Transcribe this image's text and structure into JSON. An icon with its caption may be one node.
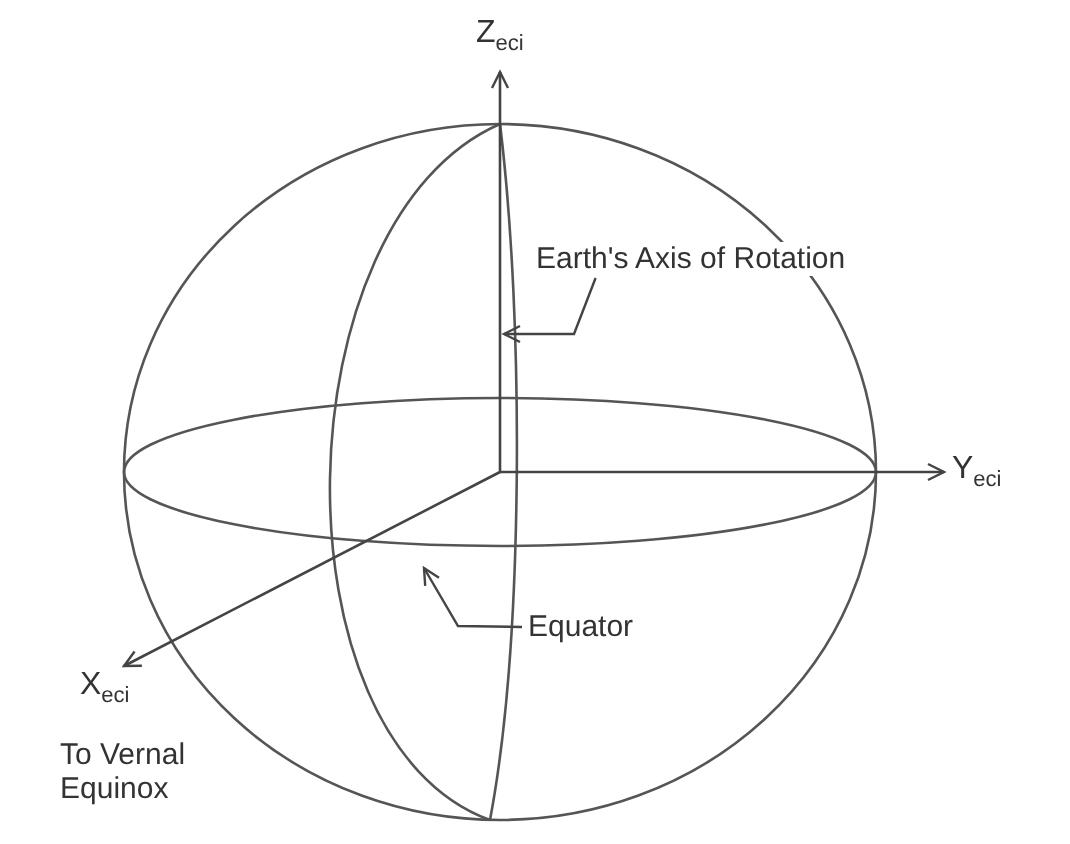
{
  "diagram": {
    "nodes": [
      {
        "text": [
          "Earth's Axis of Rotation"
        ]
      },
      {
        "text": [
          "Equator"
        ]
      }
    ],
    "edges": [
      {
        "from": 0,
        "to": null,
        "arrow": "to"
      },
      {
        "from": 1,
        "to": null,
        "arrow": "to"
      }
    ],
    "labels": [
      "Z$_{eci}$",
      "Y$_{eci}$",
      "X$_{eci}$",
      "To Vernal Equinox"
    ]
  }
}
